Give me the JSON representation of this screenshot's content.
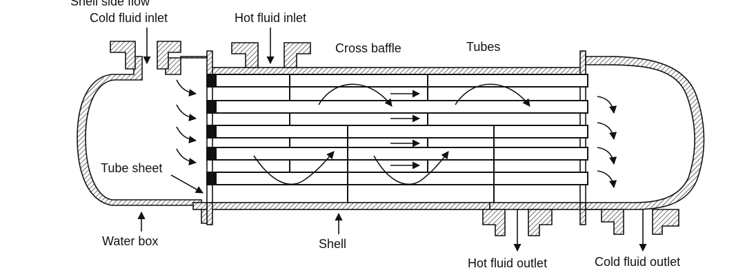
{
  "header": {
    "text": "Shell side flow"
  },
  "labels": {
    "cold_fluid_inlet": "Cold fluid inlet",
    "hot_fluid_inlet": "Hot fluid inlet",
    "cross_baffle": "Cross baffle",
    "tubes": "Tubes",
    "tube_sheet": "Tube sheet",
    "water_box": "Water box",
    "shell": "Shell",
    "hot_fluid_outlet": "Hot fluid outlet",
    "cold_fluid_outlet": "Cold fluid outlet"
  },
  "colors": {
    "ink": "#111111",
    "hatch": "#333333",
    "background": "#ffffff"
  }
}
